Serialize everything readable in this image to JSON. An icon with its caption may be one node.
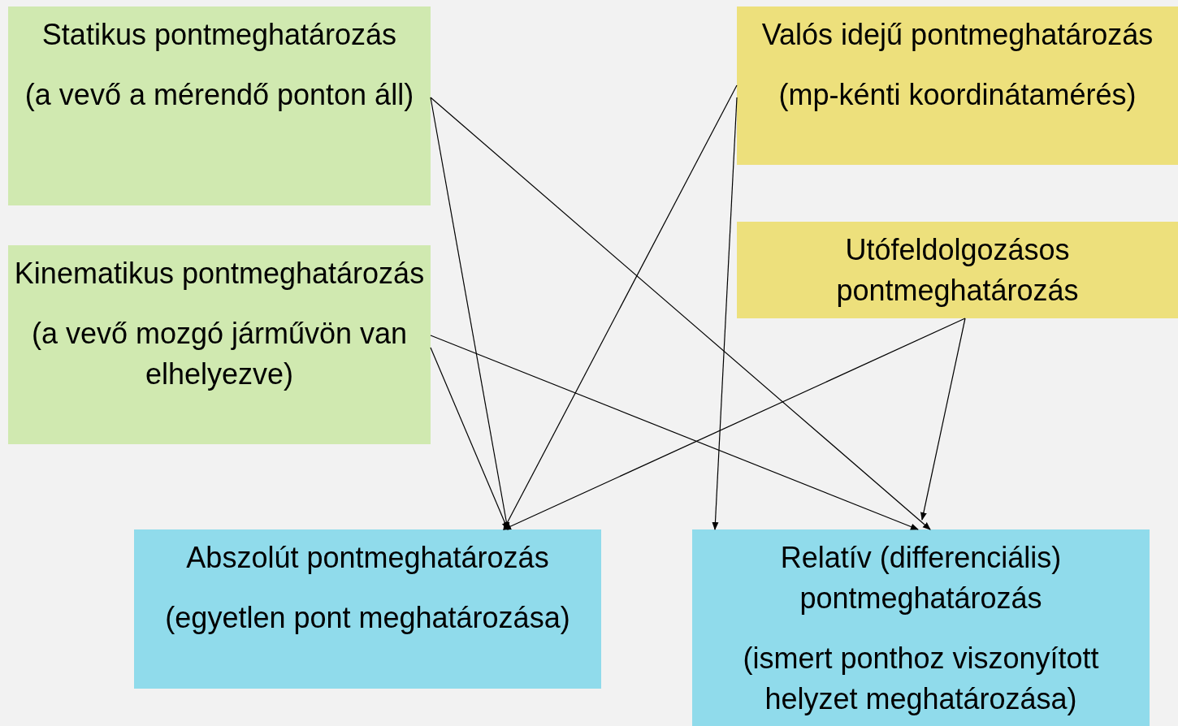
{
  "diagram": {
    "nodes": [
      {
        "text": [
          "Statikus pontmeghatározás",
          "(a vevő a mérendő ponton áll)"
        ]
      },
      {
        "text": [
          "Kinematikus pontmeghatározás",
          "(a vevő mozgó járművön van elhelyezve)"
        ]
      },
      {
        "text": [
          "Valós idejű pontmeghatározás",
          "(mp-kénti koordinátamérés)"
        ]
      },
      {
        "text": [
          "Utófeldolgozásos pontmeghatározás"
        ]
      },
      {
        "text": [
          "Abszolút pontmeghatározás",
          "(egyetlen pont meghatározása)"
        ]
      },
      {
        "text": [
          "Relatív (differenciális) pontmeghatározás",
          "(ismert ponthoz viszonyított helyzet meghatározása)"
        ]
      }
    ],
    "edges": [
      {
        "from": 0,
        "to": 4,
        "arrow": "to"
      },
      {
        "from": 0,
        "to": 5,
        "arrow": "to"
      },
      {
        "from": 1,
        "to": 4,
        "arrow": "to"
      },
      {
        "from": 1,
        "to": 5,
        "arrow": "to"
      },
      {
        "from": 2,
        "to": 4,
        "arrow": "to"
      },
      {
        "from": 2,
        "to": 5,
        "arrow": "to"
      },
      {
        "from": 3,
        "to": 4,
        "arrow": "to"
      },
      {
        "from": 3,
        "to": 5,
        "arrow": "to"
      }
    ]
  }
}
